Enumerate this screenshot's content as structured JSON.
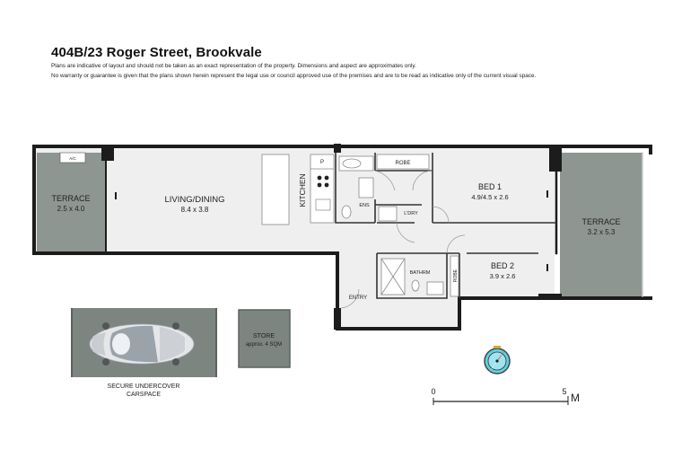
{
  "header": {
    "title": "404B/23 Roger Street, Brookvale",
    "note_line1": "Plans are indicative of layout and should not be taken as an exact representation of the property. Dimensions and aspect are approximates only.",
    "note_line2": "No warranty or guarantee is given that the plans shown herein represent the legal use or council approved use of the premises and are to be read as indicative only of the current visual space."
  },
  "rooms": {
    "terrace_left": {
      "name": "TERRACE",
      "dims": "2.5 x 4.0"
    },
    "ac": {
      "name": "A/C"
    },
    "living": {
      "name": "LIVING/DINING",
      "dims": "8.4 x 3.8"
    },
    "kitchen": {
      "name": "KITCHEN"
    },
    "pantry": {
      "name": "P"
    },
    "ens": {
      "name": "ENS"
    },
    "robe1": {
      "name": "ROBE"
    },
    "ldry": {
      "name": "L'DRY"
    },
    "bed1": {
      "name": "BED 1",
      "dims": "4.9/4.5 x 2.6"
    },
    "terrace_right": {
      "name": "TERRACE",
      "dims": "3.2 x 5.3"
    },
    "bed2": {
      "name": "BED 2",
      "dims": "3.9 x 2.6"
    },
    "robe2": {
      "name": "ROBE"
    },
    "bathrm": {
      "name": "BATHRM"
    },
    "entry": {
      "name": "ENTRY"
    },
    "store": {
      "name": "STORE",
      "dims": "approx. 4 SQM"
    },
    "carspace": {
      "line1": "SECURE UNDERCOVER",
      "line2": "CARSPACE"
    }
  },
  "scale": {
    "start": "0",
    "end": "5",
    "unit": "M"
  },
  "colors": {
    "wall": "#1c1c1c",
    "floor": "#efefef",
    "terrace": "#8e9692",
    "parking": "#7d8580"
  }
}
